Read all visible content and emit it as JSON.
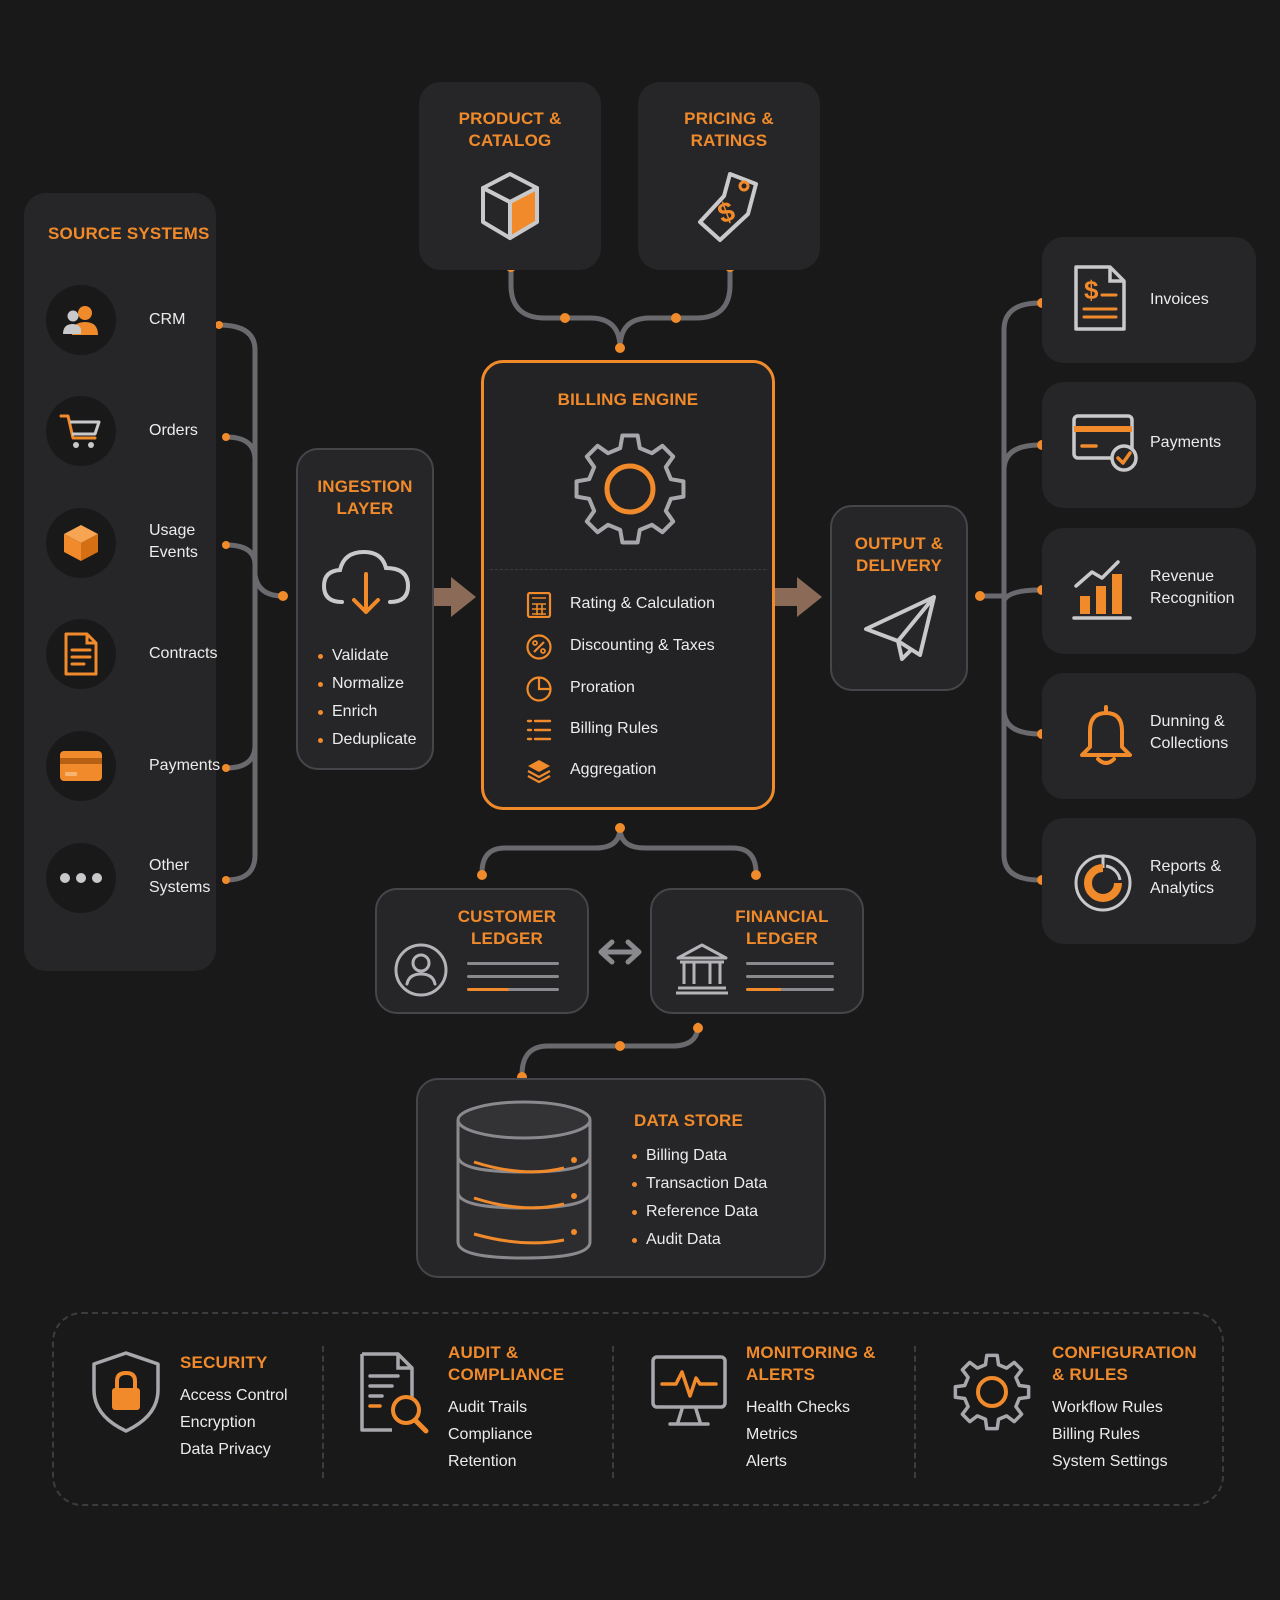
{
  "source_systems": {
    "title": "SOURCE SYSTEMS",
    "items": [
      {
        "label": "CRM",
        "icon": "users-icon"
      },
      {
        "label": "Orders",
        "icon": "cart-icon"
      },
      {
        "label": "Usage Events",
        "icon": "box-icon"
      },
      {
        "label": "Contracts",
        "icon": "document-icon"
      },
      {
        "label": "Payments",
        "icon": "credit-card-icon"
      },
      {
        "label": "Other Systems",
        "icon": "more-dots-icon"
      }
    ]
  },
  "product_catalog": {
    "title": "PRODUCT & CATALOG",
    "icon": "cube-icon"
  },
  "pricing_ratings": {
    "title": "PRICING & RATINGS",
    "icon": "price-tag-icon"
  },
  "ingestion": {
    "title": "INGESTION LAYER",
    "icon": "cloud-download-icon",
    "steps": [
      "Validate",
      "Normalize",
      "Enrich",
      "Deduplicate"
    ]
  },
  "billing_engine": {
    "title": "BILLING ENGINE",
    "icon": "gear-icon",
    "functions": [
      {
        "label": "Rating & Calculation",
        "icon": "calculator-icon"
      },
      {
        "label": "Discounting & Taxes",
        "icon": "percent-icon"
      },
      {
        "label": "Proration",
        "icon": "pie-icon"
      },
      {
        "label": "Billing Rules",
        "icon": "list-icon"
      },
      {
        "label": "Aggregation",
        "icon": "layers-icon"
      }
    ]
  },
  "output": {
    "title": "OUTPUT & DELIVERY",
    "icon": "paper-plane-icon"
  },
  "outputs": [
    {
      "label": "Invoices",
      "icon": "invoice-icon"
    },
    {
      "label": "Payments",
      "icon": "payment-card-check-icon"
    },
    {
      "label": "Revenue Recognition",
      "icon": "bar-chart-icon"
    },
    {
      "label": "Dunning & Collections",
      "icon": "bell-icon"
    },
    {
      "label": "Reports & Analytics",
      "icon": "donut-chart-icon"
    }
  ],
  "customer_ledger": {
    "title": "CUSTOMER LEDGER",
    "icon": "user-circle-icon"
  },
  "financial_ledger": {
    "title": "FINANCIAL LEDGER",
    "icon": "bank-icon"
  },
  "data_store": {
    "title": "DATA STORE",
    "icon": "database-icon",
    "items": [
      "Billing Data",
      "Transaction Data",
      "Reference Data",
      "Audit Data"
    ]
  },
  "cross_cutting": [
    {
      "title": "SECURITY",
      "icon": "shield-lock-icon",
      "items": [
        "Access Control",
        "Encryption",
        "Data Privacy"
      ]
    },
    {
      "title": "AUDIT & COMPLIANCE",
      "icon": "document-search-icon",
      "items": [
        "Audit Trails",
        "Compliance",
        "Retention"
      ]
    },
    {
      "title": "MONITORING & ALERTS",
      "icon": "monitor-pulse-icon",
      "items": [
        "Health Checks",
        "Metrics",
        "Alerts"
      ]
    },
    {
      "title": "CONFIGURATION & RULES",
      "icon": "settings-gear-icon",
      "items": [
        "Workflow Rules",
        "Billing Rules",
        "System Settings"
      ]
    }
  ],
  "colors": {
    "accent": "#f08a2a",
    "background": "#19191a",
    "panel": "#262628",
    "connector": "#6e6e72"
  }
}
